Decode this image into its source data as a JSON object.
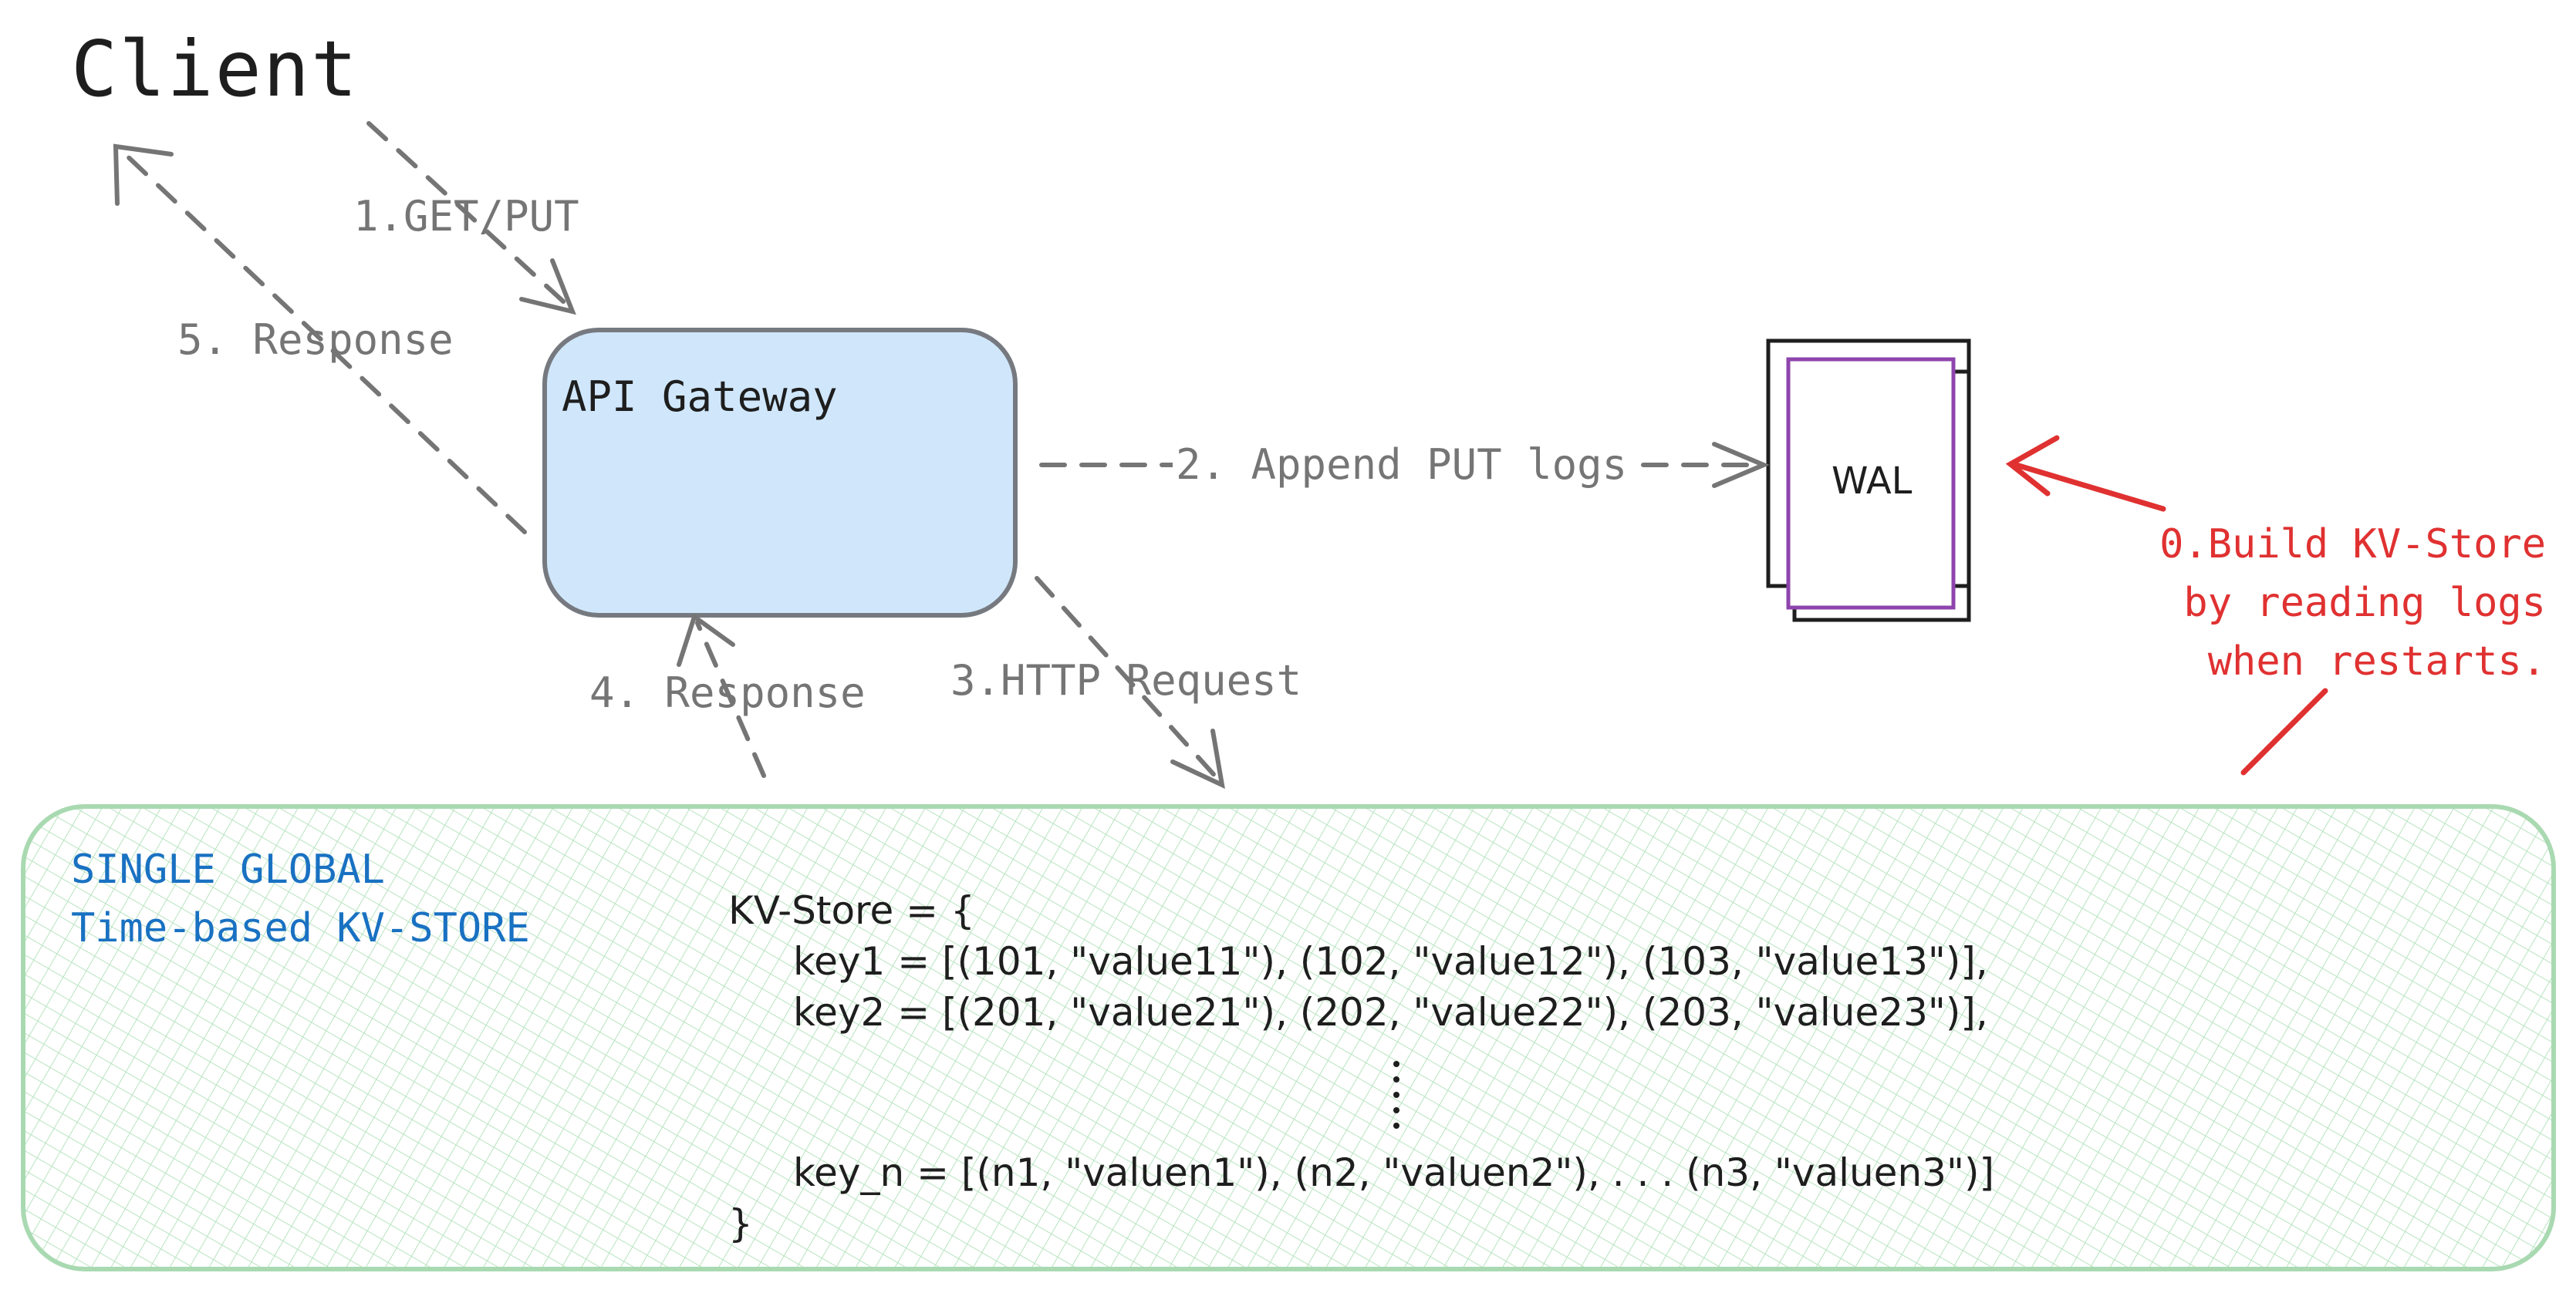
{
  "client": {
    "title": "Client"
  },
  "gateway": {
    "label": "API Gateway",
    "fill_color": "#d0e7fb",
    "stroke_color": "#767a80"
  },
  "wal": {
    "label": "WAL",
    "front_stroke_color": "#8e44ad",
    "back_stroke_color": "#1e1e1e"
  },
  "edges": {
    "get_put": "1.GET/PUT",
    "append": "2. Append PUT logs",
    "http_request": "3.HTTP Request",
    "response_4": "4. Response",
    "response_5": "5. Response",
    "color": "#757575"
  },
  "note": {
    "lines": [
      "0.Build KV-Store",
      "by reading logs",
      "when restarts."
    ],
    "color": "#e03131"
  },
  "store": {
    "title_lines": [
      "SINGLE GLOBAL",
      "Time-based KV-STORE"
    ],
    "title_color": "#1971c2",
    "fill_color": "#e8f8eb",
    "stroke_color": "#a9d9b1",
    "code_lines": [
      "KV-Store = {",
      "key1 = [(101, \"value11\"), (102, \"value12\"), (103, \"value13\")],",
      "key2 = [(201, \"value21\"), (202, \"value22\"), (203, \"value23\")],",
      "key_n = [(n1, \"valuen1\"), (n2, \"valuen2\"), . . . (n3, \"valuen3\")]",
      "}"
    ]
  }
}
